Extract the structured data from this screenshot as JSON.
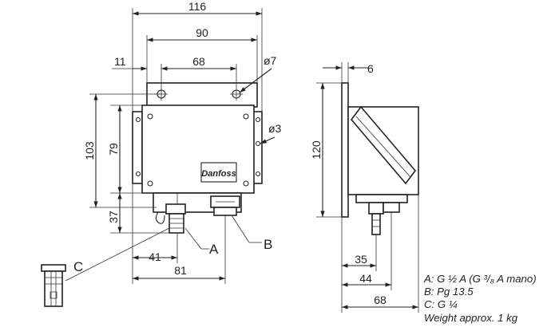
{
  "dimensions": {
    "front_width_overall": "116",
    "front_hole_spacing": "90",
    "front_hole_offset": "11",
    "front_bracket_width": "68",
    "hole_diameter_top": "ø7",
    "hole_diameter_side": "ø3",
    "front_height_overall": "103",
    "front_height_body": "79",
    "connection_height": "37",
    "connection_offset_a": "41",
    "connection_offset_b": "81",
    "side_thickness": "6",
    "side_height": "120",
    "side_depth_1": "35",
    "side_depth_2": "44",
    "side_depth_3": "68"
  },
  "callouts": {
    "a": "A",
    "b": "B",
    "c": "C"
  },
  "brand_logo_text": "Danfoss",
  "legend": {
    "a": "A: G ½ A (G ³/₈ A mano)",
    "b": "B: Pg 13.5",
    "c": "C: G ¼",
    "weight": "Weight approx. 1 kg"
  }
}
